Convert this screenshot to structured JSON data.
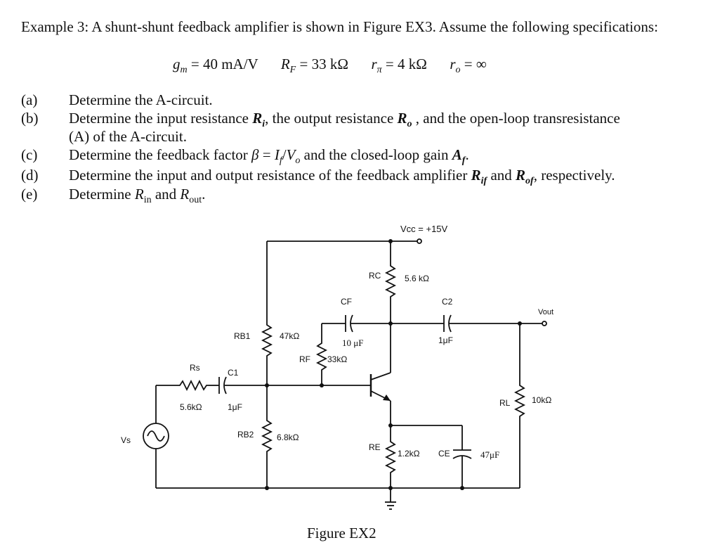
{
  "problem": {
    "intro": "Example 3: A shunt-shunt feedback amplifier is shown in Figure EX3. Assume the following specifications:",
    "specs": {
      "gm": "= 40 mA/V",
      "rf": "= 33 kΩ",
      "rpi": "= 4 kΩ",
      "ro": "= ∞"
    },
    "tasks": [
      {
        "label": "(a)",
        "text": "Determine the A-circuit."
      },
      {
        "label": "(b)",
        "pre": "Determine the input resistance ",
        "mid1": ", the output resistance ",
        "mid2": " , and the open-loop transresistance",
        "line2": "(A) of the A-circuit."
      },
      {
        "label": "(c)",
        "pre": "Determine the feedback factor ",
        "mid": " and the closed-loop gain "
      },
      {
        "label": "(d)",
        "pre": "Determine the input and output resistance of the feedback amplifier ",
        "mid": " and ",
        "post": ", respectively."
      },
      {
        "label": "(e)",
        "pre": "Determine ",
        "mid": " and "
      }
    ]
  },
  "circuit": {
    "vcc": "Vcc = +15V",
    "rc": {
      "name": "RC",
      "value": "5.6 kΩ"
    },
    "cf": {
      "name": "CF",
      "value": "10 μF"
    },
    "c2": {
      "name": "C2",
      "value": "1μF"
    },
    "vout": "Vout",
    "rb1": {
      "name": "RB1",
      "value": "47kΩ"
    },
    "rf": {
      "name": "RF",
      "value": "33kΩ"
    },
    "rs": {
      "name": "Rs",
      "value": "5.6kΩ"
    },
    "c1": {
      "name": "C1",
      "value": "1μF"
    },
    "rl": {
      "name": "RL",
      "value": "10kΩ"
    },
    "vs": "Vs",
    "rb2": {
      "name": "RB2",
      "value": "6.8kΩ"
    },
    "re": {
      "name": "RE",
      "value": "1.2kΩ"
    },
    "ce": {
      "name": "CE",
      "value": "47μF"
    }
  },
  "caption": "Figure EX2"
}
